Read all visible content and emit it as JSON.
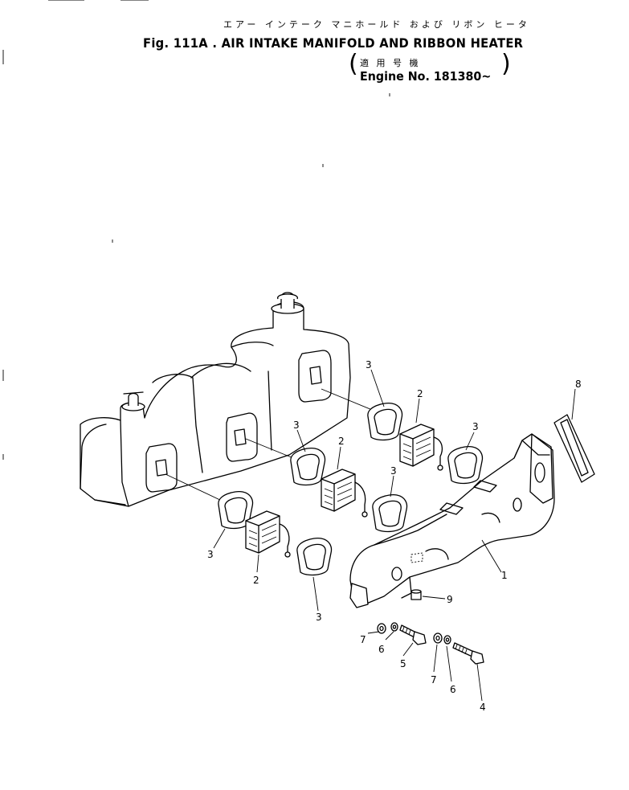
{
  "header": {
    "title_ja": "エアー インテーク マニホールド および リボン ヒータ",
    "title_en": "Fig. 111A . AIR INTAKE MANIFOLD AND RIBBON HEATER",
    "applicable_ja": "適 用 号 機",
    "engine_no": "Engine No. 181380~"
  },
  "callouts": {
    "c1": "1",
    "c2a": "2",
    "c2b": "2",
    "c2c": "2",
    "c3a": "3",
    "c3b": "3",
    "c3c": "3",
    "c3d": "3",
    "c3e": "3",
    "c3f": "3",
    "c4": "4",
    "c5": "5",
    "c6a": "6",
    "c6b": "6",
    "c7a": "7",
    "c7b": "7",
    "c8": "8",
    "c9": "9"
  }
}
